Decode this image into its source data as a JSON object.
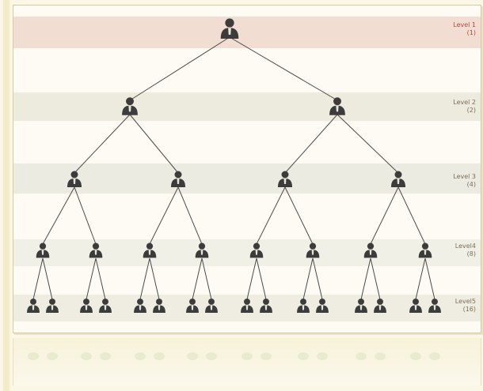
{
  "diagram": {
    "levels": [
      {
        "label": "Level 1",
        "count": "(1)"
      },
      {
        "label": "Level 2",
        "count": "(2)"
      },
      {
        "label": "Level 3",
        "count": "(4)"
      },
      {
        "label": "Level4",
        "count": "(8)"
      },
      {
        "label": "Level5",
        "count": "(16)"
      }
    ]
  },
  "colors": {
    "top_band": "#f2ddd2",
    "band": "#ecebdd",
    "line": "#4b4b4b",
    "person": "#3c3c3c"
  },
  "icons": {
    "node": "person-icon"
  }
}
